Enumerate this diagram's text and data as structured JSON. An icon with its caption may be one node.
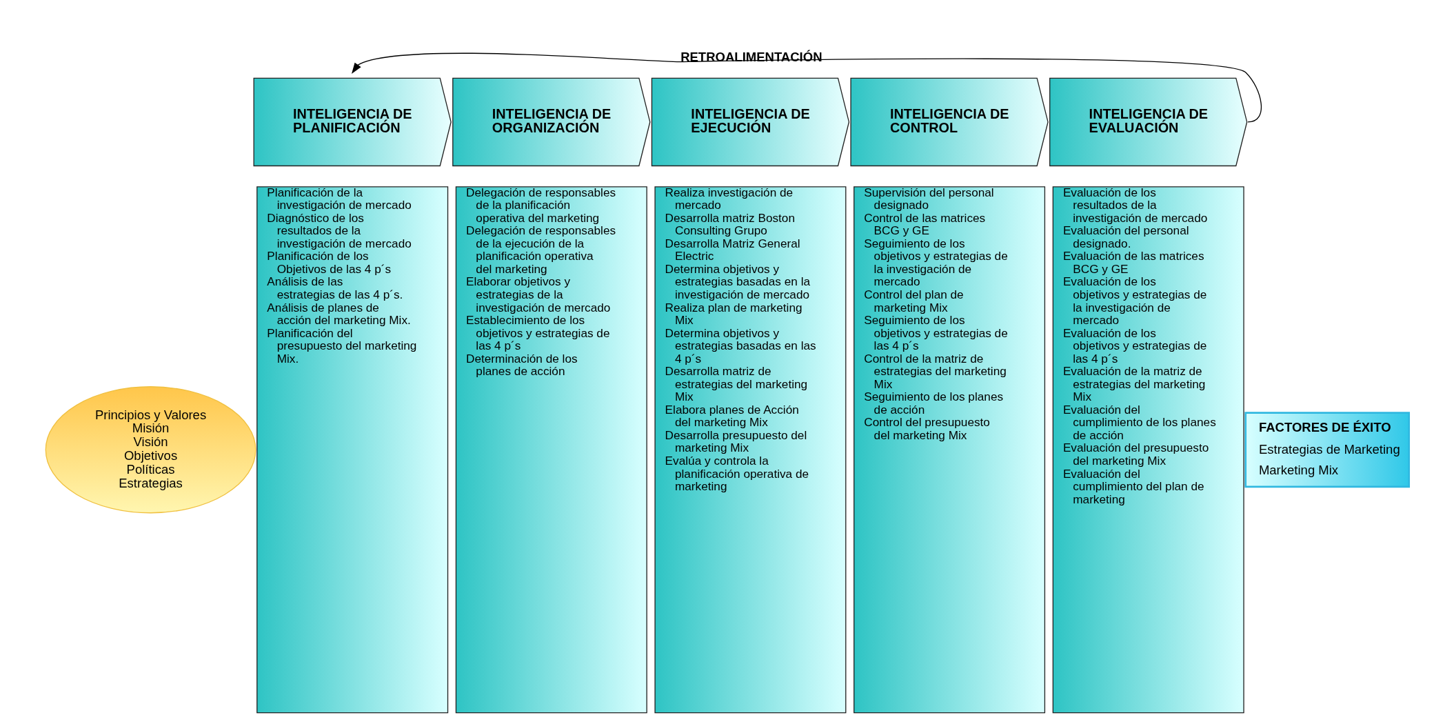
{
  "diagram": {
    "nodes": [
      {
        "text": [
          "Principios y Valores",
          "Misión",
          "Visión",
          "Objetivos",
          "Políticas",
          "Estrategias"
        ]
      },
      {
        "text": [
          "INTELIGENCIA DE PLANIFICACIÓN"
        ]
      },
      {
        "text": [
          "Planificación de la investigación de mercado",
          "Diagnóstico de los resultados de la investigación de mercado",
          "Planificación de los Objetivos de las 4 p´s",
          "Análisis de las estrategias de las 4 p´s.",
          "Análisis de planes de acción del marketing Mix.",
          "Planificación del presupuesto del marketing Mix."
        ]
      },
      {
        "text": [
          "INTELIGENCIA DE ORGANIZACIÓN"
        ]
      },
      {
        "text": [
          "Delegación de responsables de la planificación operativa del marketing",
          "Delegación de responsables de la ejecución de la planificación operativa del marketing",
          "Elaborar objetivos y estrategias de la investigación de mercado",
          "Establecimiento de los objetivos y estrategias de las 4 p´s",
          "Determinación de los planes de acción"
        ]
      },
      {
        "text": [
          "INTELIGENCIA DE EJECUCIÓN"
        ]
      },
      {
        "text": [
          "Realiza investigación de mercado",
          "Desarrolla matriz Boston Consulting Grupo",
          "Desarrolla Matriz General Electric",
          "Determina objetivos y estrategias basadas en la investigación de mercado",
          "Realiza plan de marketing Mix",
          "Determina objetivos y estrategias basadas en las 4 p´s",
          "Desarrolla matriz de estrategias del marketing Mix",
          "Elabora planes de Acción del marketing Mix",
          "Desarrolla presupuesto del marketing Mix",
          "Evalúa y controla la planificación operativa de marketing"
        ]
      },
      {
        "text": [
          "INTELIGENCIA DE CONTROL"
        ]
      },
      {
        "text": [
          "Supervisión del personal designado",
          "Control de las matrices BCG y GE",
          "Seguimiento de los objetivos y estrategias de la investigación de mercado",
          "Control del plan de marketing Mix",
          "Seguimiento de los objetivos y estrategias de las 4 p´s",
          "Control de la matriz de estrategias del marketing Mix",
          "Seguimiento de los planes de acción",
          "Control del presupuesto del marketing Mix"
        ]
      },
      {
        "text": [
          "INTELIGENCIA DE EVALUACIÓN"
        ]
      },
      {
        "text": [
          "Evaluación de los resultados de la investigación de mercado",
          "Evaluación del personal designado.",
          "Evaluación de las matrices BCG y GE",
          "Evaluación de los objetivos y estrategias de la investigación de mercado",
          "Evaluación de los objetivos y estrategias de las 4 p´s",
          "Evaluación de la matriz de estrategias del marketing Mix",
          "Evaluación del cumplimiento de los planes de acción",
          "Evaluación del presupuesto del marketing Mix",
          "Evaluación del cumplimiento del plan de marketing"
        ]
      },
      {
        "text": [
          "FACTORES DE ÉXITO",
          "Estrategias de Marketing",
          "Marketing Mix"
        ]
      }
    ],
    "edges": [
      {
        "from": 9,
        "to": 1,
        "arrow": "to",
        "label": "RETROALIMENTACIÓN"
      }
    ]
  }
}
